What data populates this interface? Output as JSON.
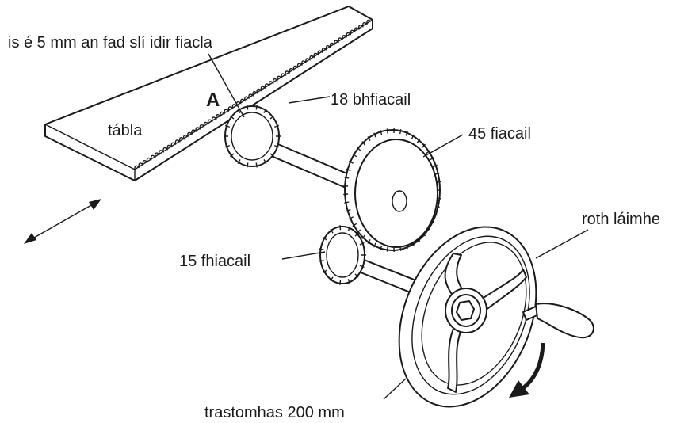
{
  "labels": {
    "pitch_note": "is é 5 mm an fad slí idir fiacla",
    "point_a": "A",
    "table": "tábla",
    "gear_18": "18 bhfiacail",
    "gear_45": "45 fiacail",
    "gear_15": "15 fhiacail",
    "handwheel": "roth láimhe",
    "diameter": "trastomhas 200 mm"
  },
  "icons": [
    "double-arrow-icon",
    "rotation-arrow-icon"
  ]
}
